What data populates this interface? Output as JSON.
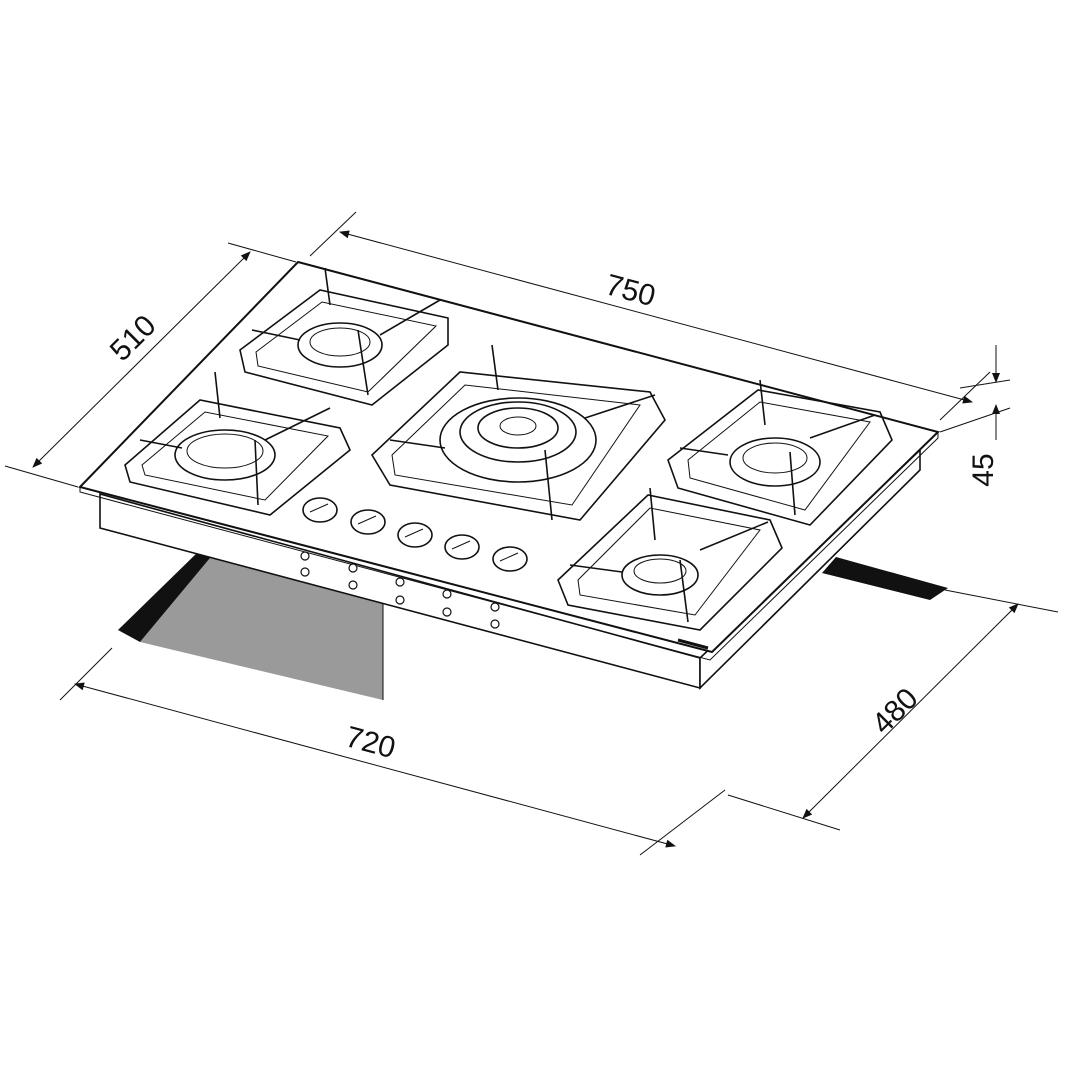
{
  "title": "Gas hob dimension drawing",
  "dimensions": {
    "width_top": "750",
    "depth_top": "510",
    "height": "45",
    "cutout_width": "720",
    "cutout_depth": "480"
  },
  "burners": [
    {
      "name": "rear-left"
    },
    {
      "name": "front-left"
    },
    {
      "name": "center-wok"
    },
    {
      "name": "rear-right"
    },
    {
      "name": "front-right"
    }
  ],
  "knob_count": 5,
  "colors": {
    "line": "#111111",
    "cutout_shadow": "#9a9a9a",
    "cutout_edge": "#111111"
  }
}
